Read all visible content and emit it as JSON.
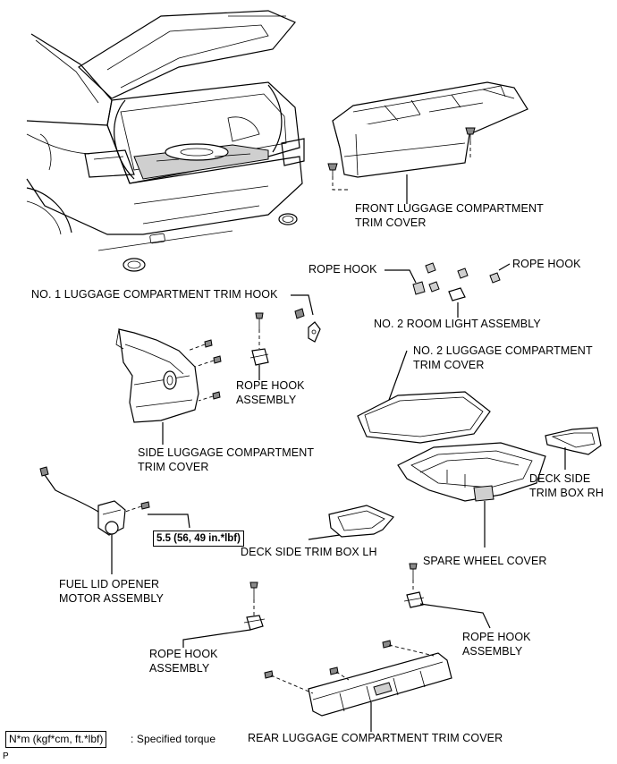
{
  "labels": {
    "front_luggage": [
      "FRONT LUGGAGE COMPARTMENT",
      "TRIM COVER"
    ],
    "rope_hook_left": "ROPE HOOK",
    "rope_hook_right": "ROPE HOOK",
    "no1_trim_hook": "NO. 1 LUGGAGE COMPARTMENT TRIM HOOK",
    "no2_room_light": "NO. 2 ROOM LIGHT ASSEMBLY",
    "no2_luggage": [
      "NO. 2 LUGGAGE COMPARTMENT",
      "TRIM COVER"
    ],
    "rope_hook_assy_upper": [
      "ROPE HOOK",
      "ASSEMBLY"
    ],
    "side_luggage": [
      "SIDE LUGGAGE COMPARTMENT",
      "TRIM COVER"
    ],
    "deck_side_rh": [
      "DECK SIDE",
      "TRIM BOX RH"
    ],
    "deck_side_lh": "DECK SIDE TRIM BOX LH",
    "spare_wheel": "SPARE WHEEL COVER",
    "fuel_lid": [
      "FUEL LID OPENER",
      "MOTOR ASSEMBLY"
    ],
    "rope_hook_assy_left": [
      "ROPE HOOK",
      "ASSEMBLY"
    ],
    "rope_hook_assy_right": [
      "ROPE HOOK",
      "ASSEMBLY"
    ],
    "rear_luggage": "REAR LUGGAGE COMPARTMENT TRIM COVER"
  },
  "torque": "5.5 (56, 49 in.*lbf)",
  "legend": {
    "box": "N*m (kgf*cm, ft.*lbf)",
    "text": ": Specified torque"
  },
  "corner_mark": "P"
}
